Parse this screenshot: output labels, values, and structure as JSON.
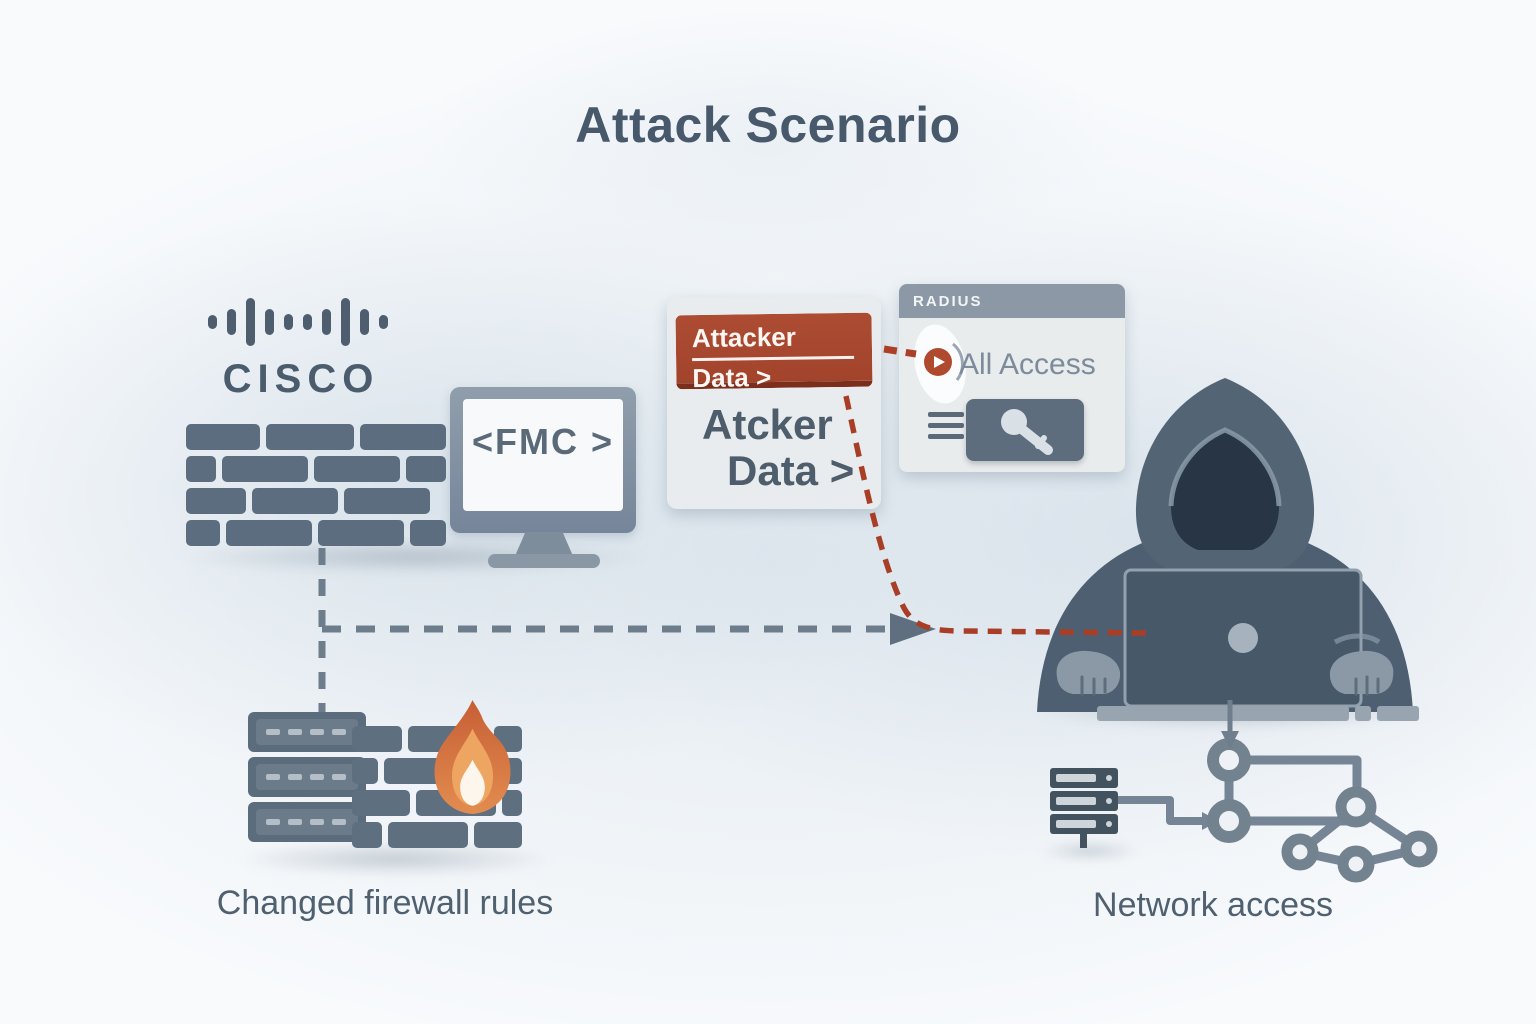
{
  "title": "Attack Scenario",
  "cisco": {
    "logo_text": "CISCO"
  },
  "fmc": {
    "screen_text": "<FMC >"
  },
  "attacker_card": {
    "banner_line1": "Attacker",
    "banner_line2": "Data >",
    "body_line1": "Atcker",
    "body_line2": "Data >"
  },
  "radius": {
    "title": "RADIUS",
    "access_text": "All Access"
  },
  "labels": {
    "firewall": "Changed firewall rules",
    "network": "Network access"
  },
  "icons": {
    "cisco_bars": "cisco-signal-bars-icon",
    "firewall_wall": "brick-wall-icon",
    "monitor": "monitor-icon",
    "play_circle": "play-circle-icon",
    "hamburger": "hamburger-menu-icon",
    "key": "key-icon",
    "hacker": "hooded-hacker-icon",
    "flame": "flame-icon",
    "server_rack": "server-rack-icon",
    "network_nodes": "network-nodes-icon"
  },
  "colors": {
    "accent_red": "#a6462e",
    "dash_red": "#ab3f27",
    "slate_dark": "#4d5e6f",
    "slate_mid": "#5c6d7f",
    "slate_light": "#8b98a6",
    "flame_orange": "#d4703f",
    "panel": "#e9ecee",
    "background": "#f8fafc"
  }
}
